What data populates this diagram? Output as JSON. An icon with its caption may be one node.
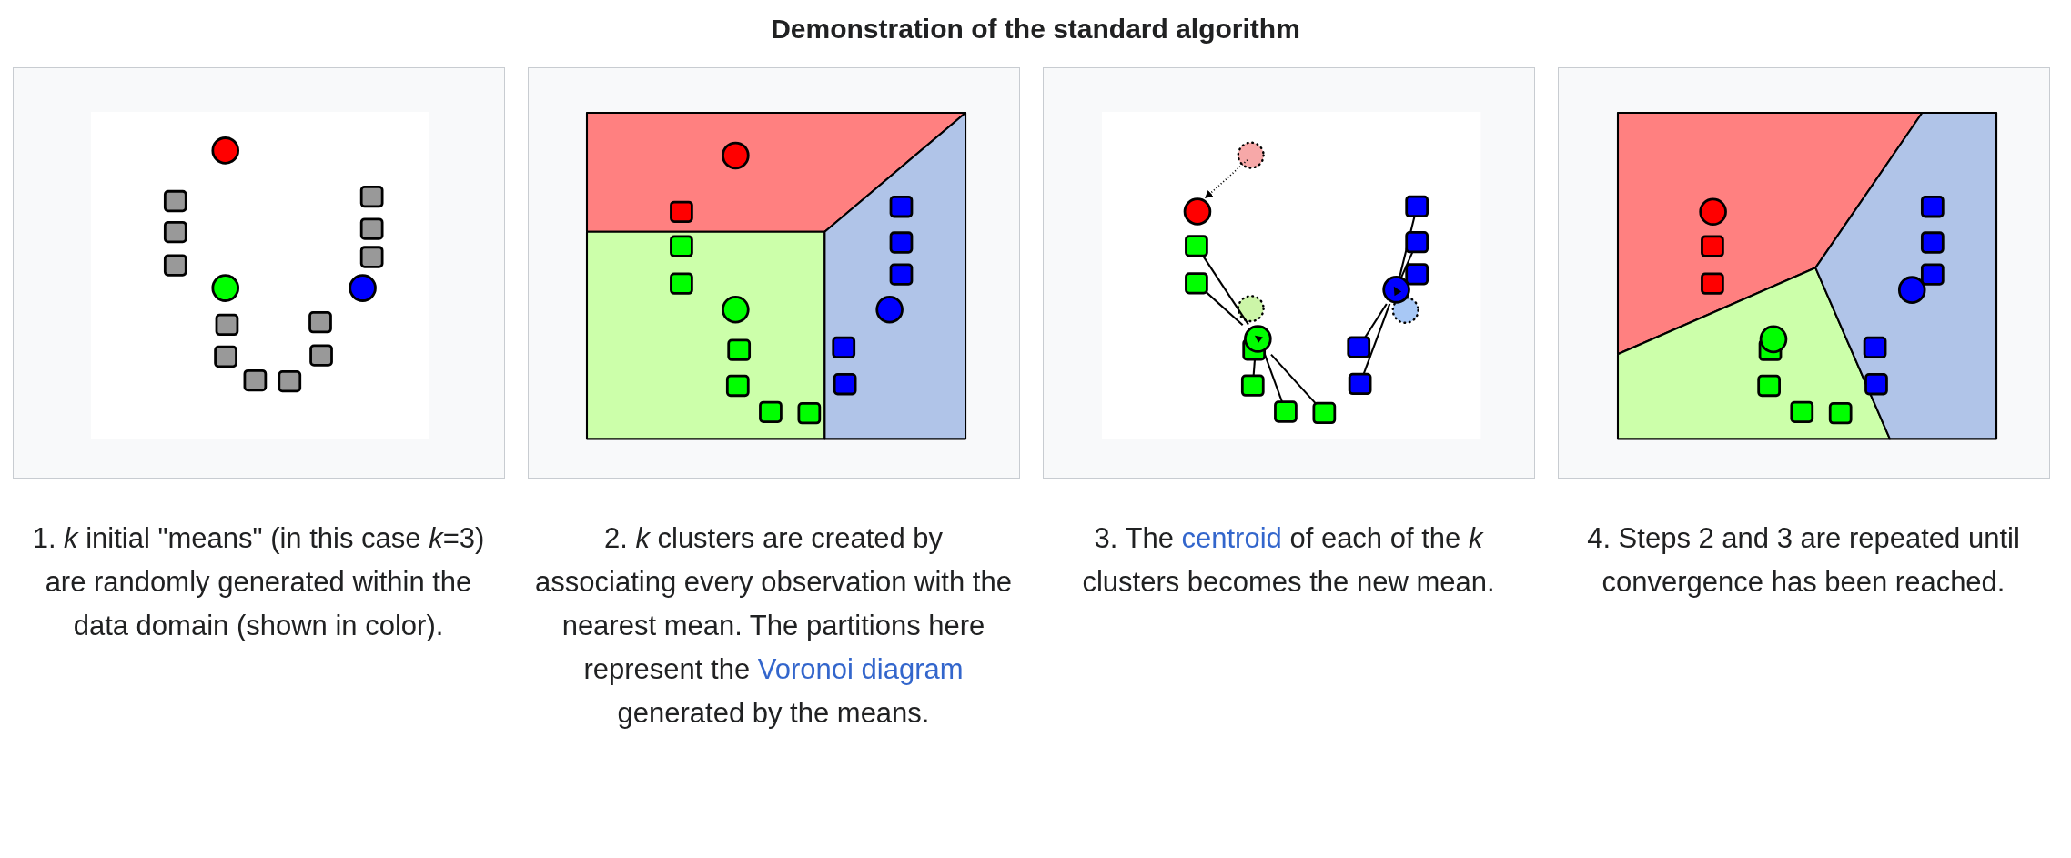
{
  "diagram": {
    "title": "Demonstration of the standard algorithm",
    "labels": [
      "1. *k* initial \"means\" (in this case *k*=3) are randomly generated within the data domain (shown in color).",
      "2. *k* clusters are created by associating every observation with the nearest mean. The partitions here represent the",
      "Voronoi diagram",
      "generated by the means.",
      "3. The",
      "centroid",
      "of each of the *k* clusters becomes the new mean.",
      "4. Steps 2 and 3 are repeated until convergence has been reached."
    ]
  }
}
